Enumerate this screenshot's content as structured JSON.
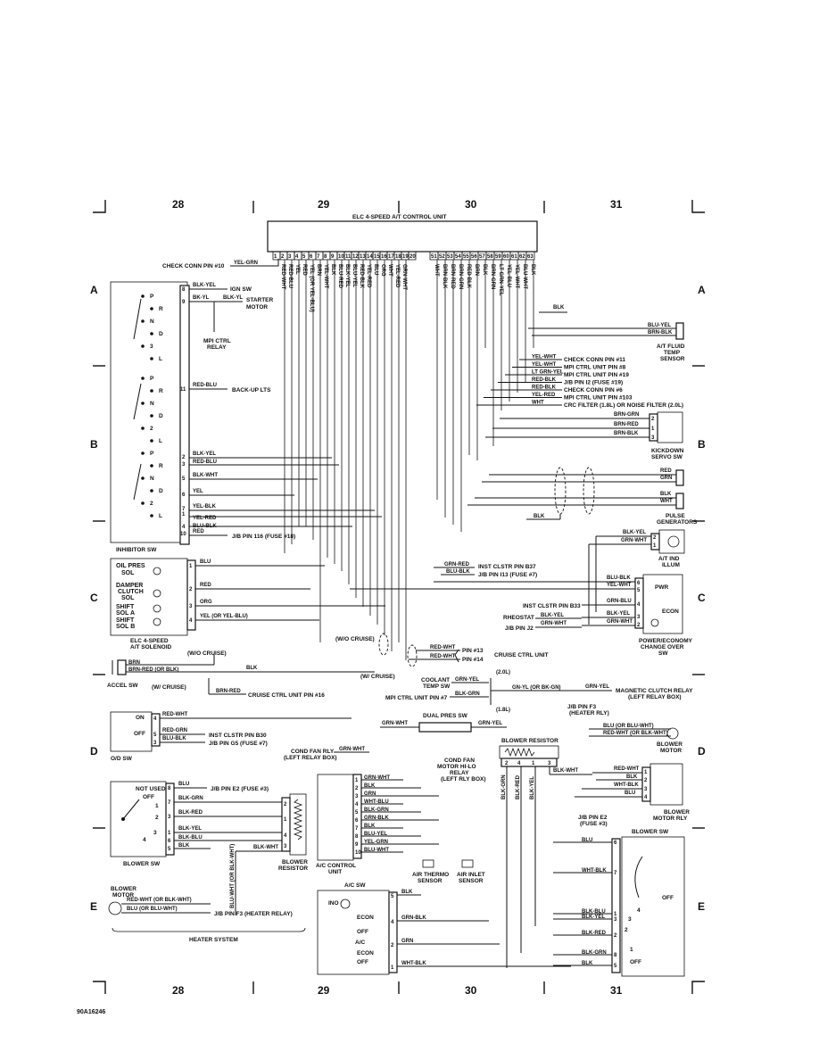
{
  "footer_code": "90A16246",
  "grid": {
    "columns": [
      "28",
      "29",
      "30",
      "31"
    ],
    "rows": [
      "A",
      "B",
      "C",
      "D",
      "E"
    ]
  },
  "tcu": {
    "title": "ELC 4-SPEED A/T CONTROL UNIT",
    "pins_left": [
      "1",
      "2",
      "3",
      "4",
      "5",
      "6",
      "7",
      "8",
      "9",
      "10",
      "11",
      "12",
      "13",
      "14",
      "15",
      "16",
      "17",
      "18",
      "19",
      "20"
    ],
    "pins_right": [
      "51",
      "52",
      "53",
      "54",
      "55",
      "56",
      "57",
      "58",
      "59",
      "60",
      "61",
      "62",
      "63"
    ],
    "wires_left": [
      "RED-WHT",
      "RED-BLU",
      "YEL",
      "RED",
      "YEL (OR YEL-BLU)",
      "BRN",
      "YEL-WHT",
      "BLK",
      "BLU-RED",
      "BLK-YEL",
      "BLU-YEL",
      "RED-BLK",
      "YEL-RED",
      "BLU",
      "ORG",
      "WHT",
      "YEL-RED",
      "GRN-WHT"
    ],
    "wires_right": [
      "WHT",
      "BRN-BLK",
      "BRN-RED",
      "BRN-GRN",
      "RED-BLK",
      "BRN",
      "BLK",
      "BRN-GRN",
      "LT GRN-YEL",
      "YEL-BLU",
      "YEL-WHT",
      "BLU-WHT",
      "BLK"
    ],
    "check_conn": "CHECK CONN PIN #10",
    "check_wire": "YEL-GRN"
  },
  "inhibitor": {
    "name": "INHIBITOR SW",
    "positions_a": [
      "P",
      "R",
      "N",
      "D",
      "3",
      "L"
    ],
    "positions_b": [
      "P",
      "R",
      "N",
      "D",
      "2",
      "L"
    ],
    "positions_c": [
      "P",
      "R",
      "N",
      "D",
      "2",
      "L"
    ],
    "pins": [
      "8",
      "9",
      "11",
      "2",
      "3",
      "5",
      "6",
      "1",
      "4",
      "10",
      "7"
    ],
    "wires": [
      "BLK-YEL",
      "BK-YL",
      "BLK-YL",
      "RED-BLU",
      "BLK-YEL",
      "RED-BLU",
      "BLK-WHT",
      "YEL",
      "YEL-BLK",
      "YEL-RED",
      "BLU-BLK",
      "RED"
    ],
    "ign_sw": "IGN SW",
    "starter": "STARTER\nMOTOR",
    "starter_l1": "STARTER",
    "starter_l2": "MOTOR",
    "mpi_relay_l1": "MPI CTRL",
    "mpi_relay_l2": "RELAY",
    "backup": "BACK-UP LTS",
    "jb116": "J/B PIN 116 (FUSE #18)"
  },
  "solenoid": {
    "name_l1": "ELC 4-SPEED",
    "name_l2": "A/T SOLENOID",
    "items": [
      "OIL PRES\nSOL",
      "DAMPER\nCLUTCH\nSOL",
      "SHIFT\nSOL A",
      "SHIFT\nSOL B"
    ],
    "item_oil": [
      "OIL PRES",
      "SOL"
    ],
    "item_damper": [
      "DAMPER",
      "CLUTCH",
      "SOL"
    ],
    "item_shift_a": [
      "SHIFT",
      "SOL A"
    ],
    "item_shift_b": [
      "SHIFT",
      "SOL B"
    ],
    "pins": [
      "1",
      "2",
      "3",
      "4"
    ],
    "wires": [
      "BLU",
      "RED",
      "ORG",
      "YEL (OR YEL-BLU)"
    ]
  },
  "right_side": {
    "blk": "BLK",
    "fluid_temp_wires": [
      "BLU-YEL",
      "BRN-BLK"
    ],
    "fluid_temp_l1": "A/T FLUID",
    "fluid_temp_l2": "TEMP",
    "fluid_temp_l3": "SENSOR",
    "conn_list": [
      {
        "wire": "YEL-WHT",
        "dest": "CHECK CONN PIN #11"
      },
      {
        "wire": "YEL-WHT",
        "dest": "MPI CTRL UNIT PIN #8"
      },
      {
        "wire": "LT GRN-YEL",
        "dest": "MPI CTRL UNIT PIN #19"
      },
      {
        "wire": "RED-BLK",
        "dest": "J/B PIN I2 (FUSE #19)"
      },
      {
        "wire": "RED-BLK",
        "dest": "CHECK CONN PIN #6"
      },
      {
        "wire": "YEL-RED",
        "dest": "MPI CTRL UNIT PIN #103"
      },
      {
        "wire": "WHT",
        "dest": "CRC FILTER (1.8L) OR NOISE FILTER (2.0L)"
      }
    ],
    "kickdown_wires": [
      "BRN-GRN",
      "BRN-RED",
      "BRN-BLK"
    ],
    "kickdown_pins": [
      "2",
      "1",
      "3"
    ],
    "kickdown_l1": "KICKDOWN",
    "kickdown_l2": "SERVO SW",
    "pulse_wires": [
      "RED",
      "GRN",
      "BLK",
      "WHT"
    ],
    "pulse_l1": "PULSE",
    "pulse_l2": "GENERATORS",
    "pulse_blk": "BLK",
    "ind_wires": [
      "BLK-YEL",
      "GRN-WHT"
    ],
    "ind_pins": [
      "2",
      "1"
    ],
    "ind_l1": "A/T IND",
    "ind_l2": "ILLUM",
    "inst_b37": "INST CLSTR PIN B37",
    "jb113": "J/B PIN I13 (FUSE #7)",
    "grn_red": "GRN-RED",
    "blu_blk": "BLU-BLK",
    "pwr_wires": [
      "BLU-BLK",
      "YEL-WHT",
      "GRN-BLU",
      "BLK-YEL",
      "GRN-WHT"
    ],
    "pwr_pins": [
      "6",
      "5",
      "4",
      "3",
      "2"
    ],
    "pwr": "PWR",
    "econ": "ECON",
    "inst_b33": "INST CLSTR PIN B33",
    "rheostat": "RHEOSTAT",
    "jb_j2": "J/B PIN J2",
    "rheo_wires": [
      "BLK-YEL",
      "GRN-WHT"
    ],
    "pwr_sw_l1": "POWER/ECONOMY",
    "pwr_sw_l2": "CHANGE OVER",
    "pwr_sw_l3": "SW"
  },
  "cruise": {
    "wo_cruise": "(W/O CRUISE)",
    "w_cruise": "(W/ CRUISE)",
    "wires": [
      "BRN",
      "BRN-RED (OR BLK)",
      "BLK",
      "BRN-RED"
    ],
    "accel_sw": "ACCEL SW",
    "unit_wires": [
      "RED-WHT",
      "RED-WHT"
    ],
    "pin13": "PIN #13",
    "pin14": "PIN #14",
    "unit": "CRUISE CTRL UNIT",
    "unit_pin16": "CRUISE CTRL UNIT PIN #16",
    "coolant_l1": "COOLANT",
    "coolant_l2": "TEMP SW",
    "coolant_wire": "GRN-YEL",
    "mpi7": "MPI CTRL UNIT PIN #7",
    "mpi7_wire": "BLK-GRN",
    "l20": "(2.0L)",
    "l18": "(1.8L)",
    "gn_yel": "GN-YL (OR BK-GN)",
    "grn_yel": "GRN-YEL",
    "mag_clutch": "MAGNETIC CLUTCH RELAY",
    "mag_clutch_sub": "(LEFT RELAY BOX)"
  },
  "od": {
    "name": "O/D SW",
    "on": "ON",
    "off": "OFF",
    "pins": [
      "4",
      "5",
      "3"
    ],
    "wires": [
      "RED-WHT",
      "RED-GRN",
      "BLU-BLK"
    ],
    "inst_b30": "INST CLSTR PIN B30",
    "jb_g5": "J/B PIN G5 (FUSE #7)"
  },
  "hvac": {
    "dual_pres": "DUAL PRES SW",
    "dual_wires": [
      "GRN-WHT",
      "GRN-YEL"
    ],
    "cond_fan_relay_l1": "COND FAN RLY",
    "cond_fan_relay_l2": "(LEFT RELAY BOX)",
    "cond_wire": "GRN-WHT",
    "cond_hilo_l1": "COND FAN",
    "cond_hilo_l2": "MOTOR HI-LO",
    "cond_hilo_l3": "RELAY",
    "cond_hilo_l4": "(LEFT RLY BOX)",
    "jb_f3_l1": "J/B PIN F3",
    "jb_f3_l2": "(HEATER RLY)",
    "blower_r_wires": [
      "BLU (OR BLU-WHT)",
      "RED-WHT (OR BLK-WHT)"
    ],
    "blower_motor": "BLOWER\nMOTOR",
    "blower_motor_l1": "BLOWER",
    "blower_motor_l2": "MOTOR",
    "resistor_title": "BLOWER RESISTOR",
    "resistor_pins": [
      "2",
      "4",
      "1",
      "3"
    ],
    "resistor_wires": [
      "BLK-GRN",
      "BLK-RED",
      "BLK-YEL",
      "BLK-WHT"
    ],
    "motor_rly_wires": [
      "RED-WHT",
      "BLK",
      "WHT-BLK",
      "BLU"
    ],
    "motor_rly_pins": [
      "1",
      "2",
      "3",
      "4"
    ],
    "motor_rly_l1": "BLOWER",
    "motor_rly_l2": "MOTOR RLY",
    "ac_unit_pins": [
      "1",
      "2",
      "3",
      "4",
      "5",
      "6",
      "7",
      "8",
      "9",
      "10"
    ],
    "ac_unit_wires": [
      "GRN-WHT",
      "BLK",
      "GRN",
      "WHT-BLU",
      "BLK-GRN",
      "GRN-BLK",
      "BLK",
      "BLU-YEL",
      "YEL-GRN",
      "BLU-WHT"
    ],
    "ac_unit_blk": "BLK",
    "ac_unit_l1": "A/C CONTROL",
    "ac_unit_l2": "UNIT",
    "air_thermo_l1": "AIR THERMO",
    "air_thermo_l2": "SENSOR",
    "air_inlet_l1": "AIR INLET",
    "air_inlet_l2": "SENSOR",
    "ac_sw": "A/C SW",
    "ac_sw_items": [
      "INO",
      "ECON",
      "OFF",
      "A/C",
      "ECON",
      "OFF"
    ],
    "ac_sw_pins": [
      "5",
      "4",
      "2",
      "1"
    ],
    "ac_sw_wires": [
      "BLK",
      "GRN-BLK",
      "GRN",
      "WHT-BLK"
    ],
    "jb_e2_l1": "J/B PIN E2",
    "jb_e2_l2": "(FUSE #3)",
    "blower_sw_r": "BLOWER SW",
    "blower_sw_r_pins": [
      "6",
      "7",
      "1",
      "3",
      "2",
      "8",
      "5"
    ],
    "blower_sw_r_wires": [
      "BLU",
      "WHT-BLK",
      "BLK-BLU",
      "BLK-YEL",
      "BLK-RED",
      "BLK-GRN",
      "BLK"
    ],
    "blower_sw_r_pos": [
      "OFF",
      "4",
      "3",
      "2",
      "1",
      "OFF"
    ]
  },
  "heater": {
    "blower_sw": "BLOWER SW",
    "not_used": "NOT USED",
    "off": "OFF",
    "positions": [
      "1",
      "2",
      "3",
      "4"
    ],
    "pins": [
      "8",
      "7",
      "3",
      "1",
      "6",
      "5"
    ],
    "wires": [
      "BLU",
      "BLK-GRN",
      "BLK-RED",
      "BLK-YEL",
      "BLK-BLU",
      "BLK"
    ],
    "jb_e2": "J/B PIN E2 (FUSE #3)",
    "resistor_pins": [
      "2",
      "1",
      "4",
      "3"
    ],
    "resistor_l1": "BLOWER",
    "resistor_l2": "RESISTOR",
    "blk_wht": "BLK-WHT",
    "blu_wht": "BLU-WHT (OR BLK-WHT)",
    "blower_motor_l1": "BLOWER",
    "blower_motor_l2": "MOTOR",
    "motor_wires": [
      "RED-WHT (OR BLK-WHT)",
      "BLU (OR BLU-WHT)"
    ],
    "jb_f3": "J/B PIN F3 (HEATER RELAY)",
    "system": "HEATER SYSTEM"
  }
}
